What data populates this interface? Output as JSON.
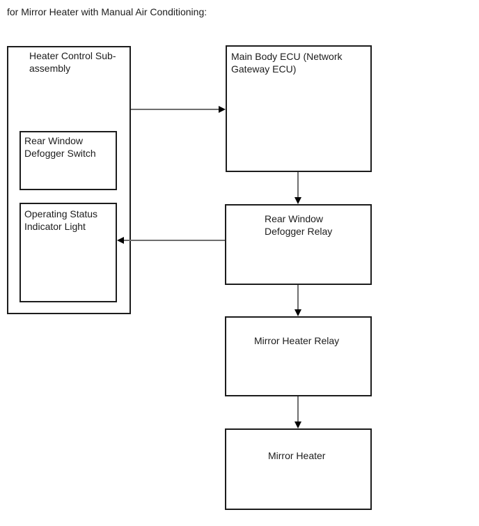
{
  "page": {
    "title": "for Mirror Heater with Manual Air Conditioning:"
  },
  "colors": {
    "background": "#ffffff",
    "box_border": "#1c1c1c",
    "text": "#1c1c1c",
    "connector_line": "#6e6e6e",
    "arrowhead": "#000000"
  },
  "diagram": {
    "type": "block-diagram",
    "nodes": {
      "heater_control_subassembly": {
        "label": "Heater Control Sub-\nassembly"
      },
      "rear_window_defogger_switch": {
        "label": "Rear Window\nDefogger Switch"
      },
      "operating_status_indicator_light": {
        "label": "Operating Status\nIndicator Light"
      },
      "main_body_ecu": {
        "label": "Main Body ECU (Network\nGateway ECU)"
      },
      "rear_window_defogger_relay": {
        "label": "Rear Window\nDefogger Relay"
      },
      "mirror_heater_relay": {
        "label": "Mirror Heater Relay"
      },
      "mirror_heater": {
        "label": "Mirror Heater"
      }
    },
    "connections": [
      {
        "from": "heater_control_subassembly",
        "to": "main_body_ecu",
        "direction": "right"
      },
      {
        "from": "main_body_ecu",
        "to": "rear_window_defogger_relay",
        "direction": "down"
      },
      {
        "from": "rear_window_defogger_relay",
        "to": "operating_status_indicator_light",
        "direction": "left"
      },
      {
        "from": "rear_window_defogger_relay",
        "to": "mirror_heater_relay",
        "direction": "down"
      },
      {
        "from": "mirror_heater_relay",
        "to": "mirror_heater",
        "direction": "down"
      }
    ]
  }
}
